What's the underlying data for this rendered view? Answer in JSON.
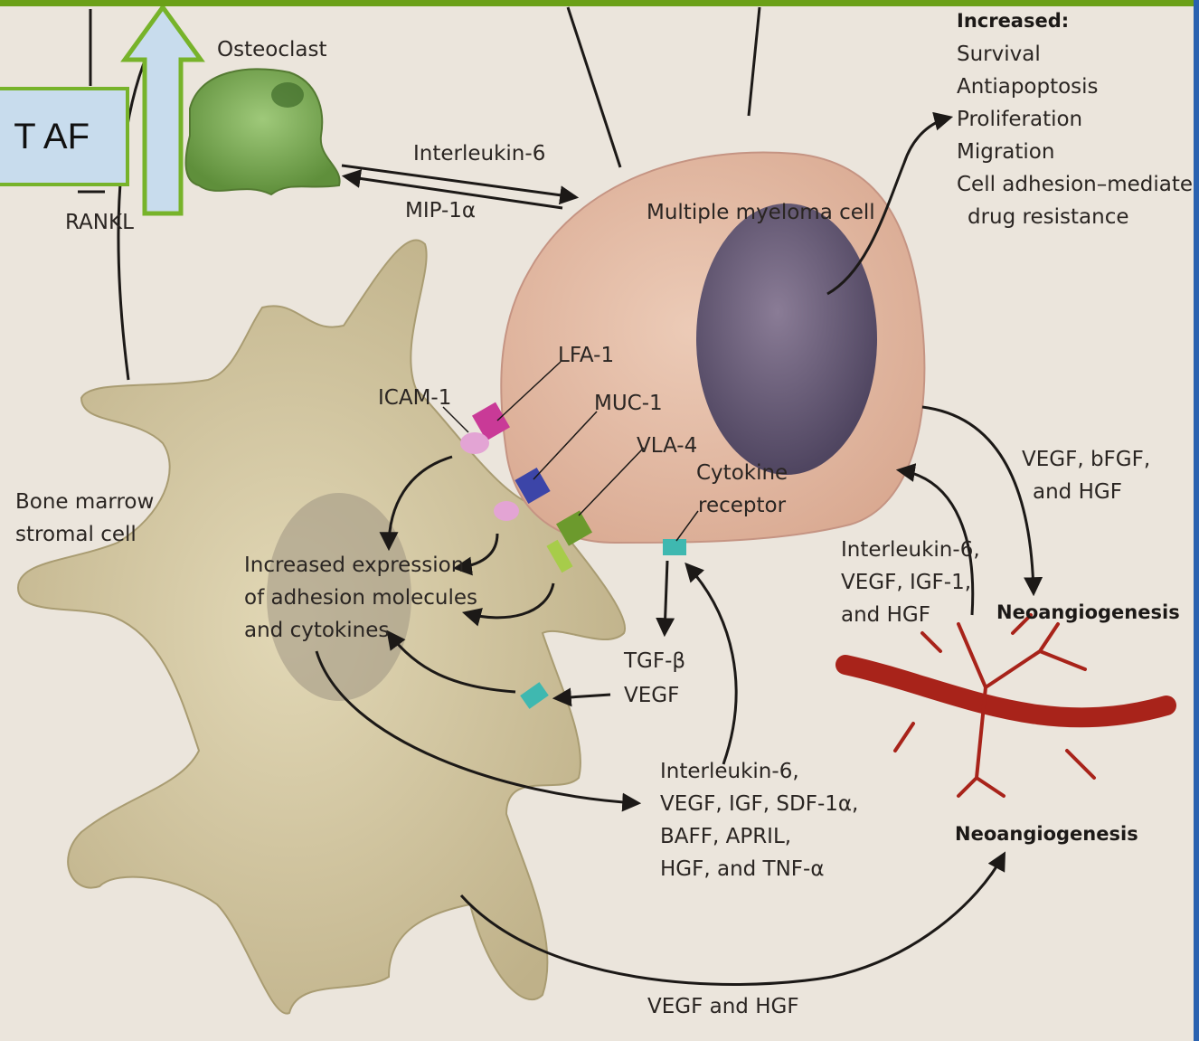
{
  "callout": {
    "text": "T AF"
  },
  "labels": {
    "osteoclast": "Osteoclast",
    "rankl": "RANKL",
    "il6_top": "Interleukin-6",
    "mip": "MIP-1α",
    "myeloma": "Multiple myeloma cell",
    "increased_title": "Increased:",
    "increased_items": [
      "Survival",
      "Antiapoptosis",
      "Proliferation",
      "Migration",
      "Cell adhesion–mediated",
      "drug resistance"
    ],
    "lfa1": "LFA-1",
    "icam1": "ICAM-1",
    "muc1": "MUC-1",
    "vla4": "VLA-4",
    "cytokine_receptor": [
      "Cytokine",
      "receptor"
    ],
    "bone_marrow": [
      "Bone marrow",
      "stromal cell"
    ],
    "increased_expression": [
      "Increased expression",
      "of adhesion molecules",
      "and cytokines"
    ],
    "vegf_bfgf": [
      "VEGF, bFGF,",
      "and HGF"
    ],
    "il6_right": [
      "Interleukin-6,",
      "VEGF, IGF-1,",
      "and HGF"
    ],
    "neo1": "Neoangiogenesis",
    "tgf": [
      "TGF-β",
      "VEGF"
    ],
    "il6_bottom": [
      "Interleukin-6,",
      "VEGF, IGF, SDF-1α,",
      "BAFF, APRIL,",
      "HGF, and TNF-α"
    ],
    "neo2": "Neoangiogenesis",
    "vegf_hgf": "VEGF and HGF"
  },
  "colors": {
    "background": "#ebe5dc",
    "callout_fill": "#c8dced",
    "callout_border": "#77b32a",
    "osteoclast": "#7fae56",
    "myeloma": "#e6c0ac",
    "nucleus": "#6f6280",
    "stromal": "#d7cca6",
    "vessel": "#a8231a"
  }
}
